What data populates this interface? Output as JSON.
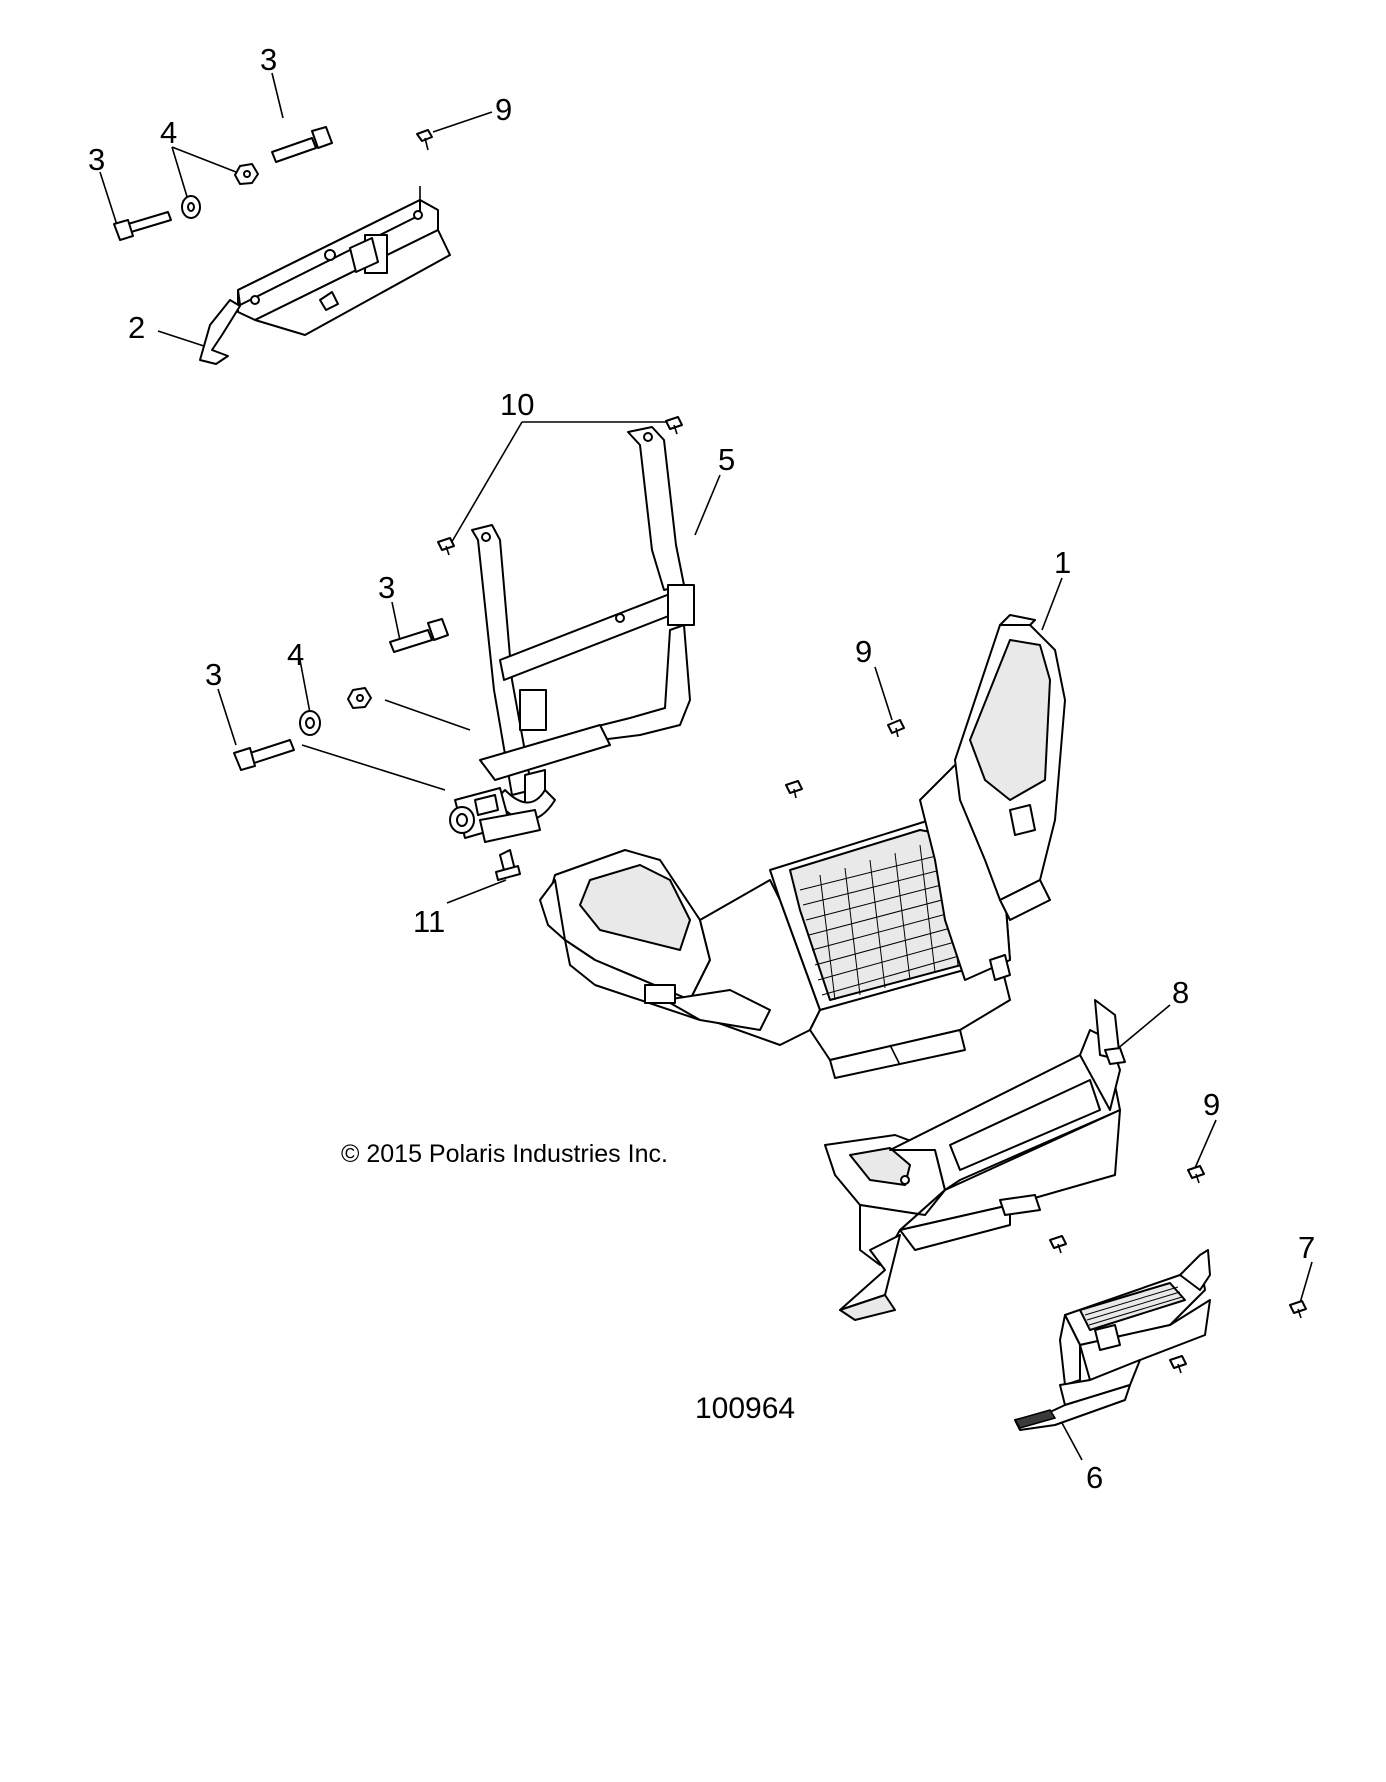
{
  "copyright": "© 2015 Polaris Industries Inc.",
  "figure_number": "100964",
  "callouts": [
    {
      "id": "c-3a",
      "text": "3"
    },
    {
      "id": "c-9a",
      "text": "9"
    },
    {
      "id": "c-4a",
      "text": "4"
    },
    {
      "id": "c-3b",
      "text": "3"
    },
    {
      "id": "c-2",
      "text": "2"
    },
    {
      "id": "c-10",
      "text": "10"
    },
    {
      "id": "c-5",
      "text": "5"
    },
    {
      "id": "c-1",
      "text": "1"
    },
    {
      "id": "c-3c",
      "text": "3"
    },
    {
      "id": "c-9b",
      "text": "9"
    },
    {
      "id": "c-4b",
      "text": "4"
    },
    {
      "id": "c-3d",
      "text": "3"
    },
    {
      "id": "c-11",
      "text": "11"
    },
    {
      "id": "c-8",
      "text": "8"
    },
    {
      "id": "c-9c",
      "text": "9"
    },
    {
      "id": "c-7",
      "text": "7"
    },
    {
      "id": "c-6",
      "text": "6"
    }
  ]
}
